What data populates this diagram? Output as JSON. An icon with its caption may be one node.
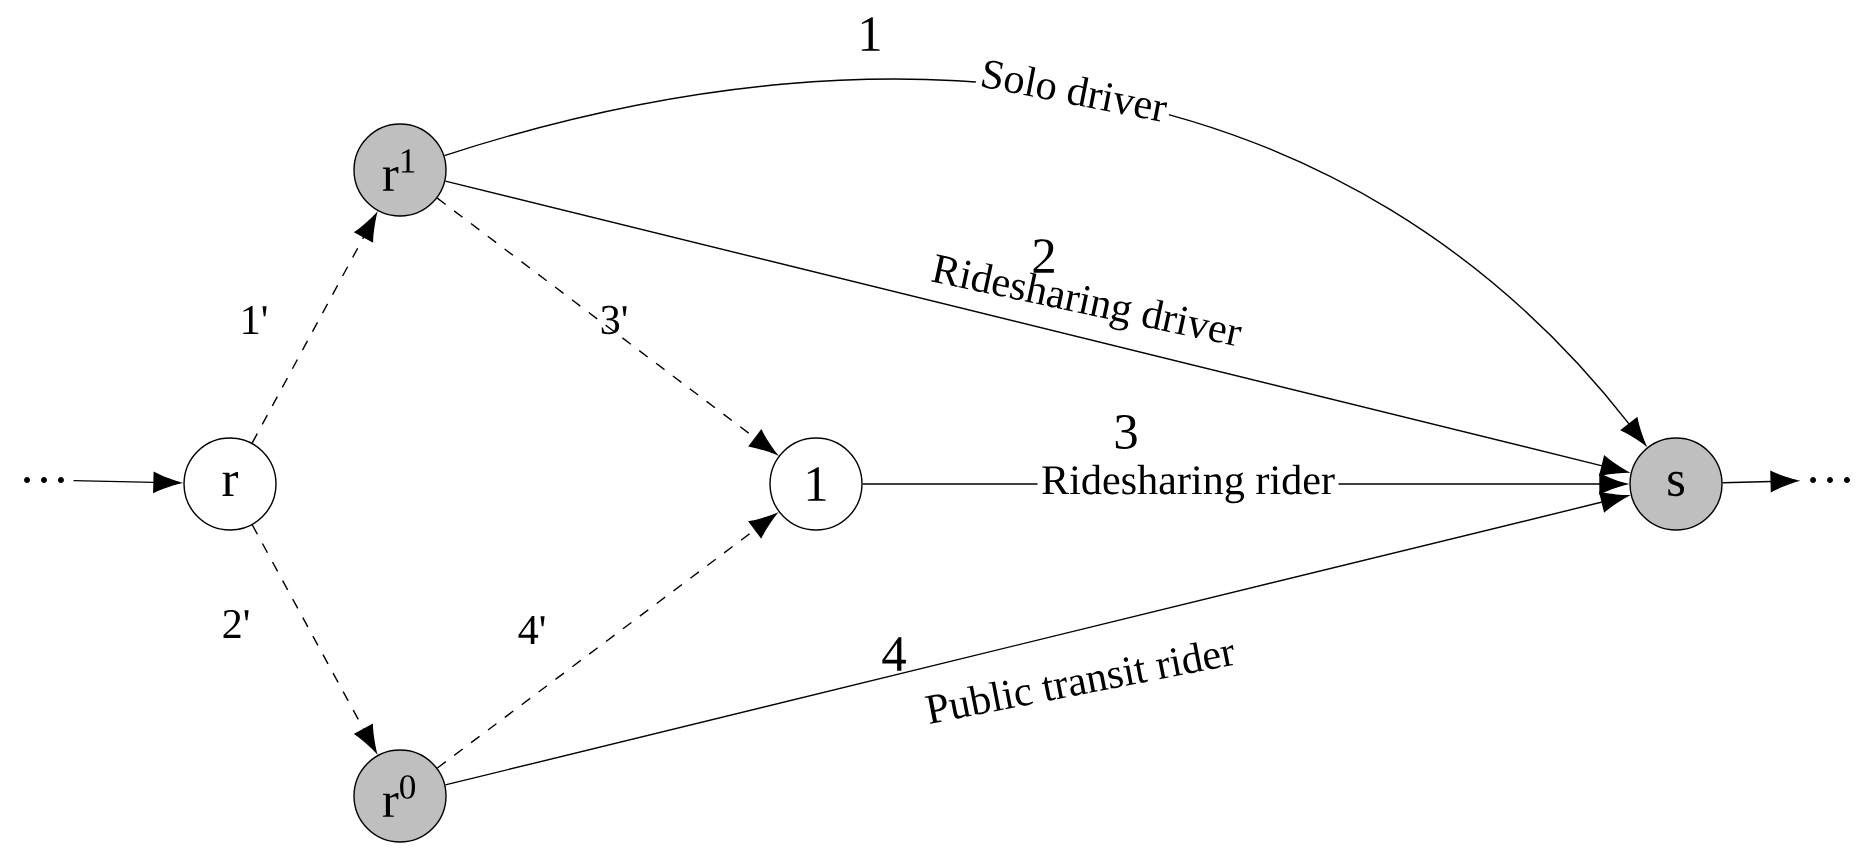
{
  "diagram": {
    "nodes": [
      {
        "text": [
          "…"
        ]
      },
      {
        "text": [
          "r"
        ]
      },
      {
        "text": [
          "r$^{1}$"
        ]
      },
      {
        "text": [
          "r$^{0}$"
        ]
      },
      {
        "text": [
          "1"
        ]
      },
      {
        "text": [
          "s"
        ]
      },
      {
        "text": [
          "…"
        ]
      }
    ],
    "edges": [
      {
        "from": 0,
        "to": 1,
        "arrow": "to"
      },
      {
        "from": 1,
        "to": 2,
        "arrow": "to",
        "style": "dashed",
        "label": "1'"
      },
      {
        "from": 1,
        "to": 3,
        "arrow": "to",
        "style": "dashed",
        "label": "2'"
      },
      {
        "from": 2,
        "to": 4,
        "arrow": "to",
        "style": "dashed",
        "label": "3'"
      },
      {
        "from": 3,
        "to": 4,
        "arrow": "to",
        "style": "dashed",
        "label": "4'"
      },
      {
        "from": 2,
        "to": 5,
        "arrow": "to",
        "label": "Solo driver"
      },
      {
        "from": 2,
        "to": 5,
        "arrow": "to",
        "label": "Ridesharing driver"
      },
      {
        "from": 4,
        "to": 5,
        "arrow": "to",
        "label": "Ridesharing rider"
      },
      {
        "from": 3,
        "to": 5,
        "arrow": "to",
        "label": "Public transit rider"
      },
      {
        "from": 5,
        "to": 6,
        "arrow": "to"
      }
    ],
    "labels": [
      "1",
      "2",
      "3",
      "4"
    ]
  }
}
